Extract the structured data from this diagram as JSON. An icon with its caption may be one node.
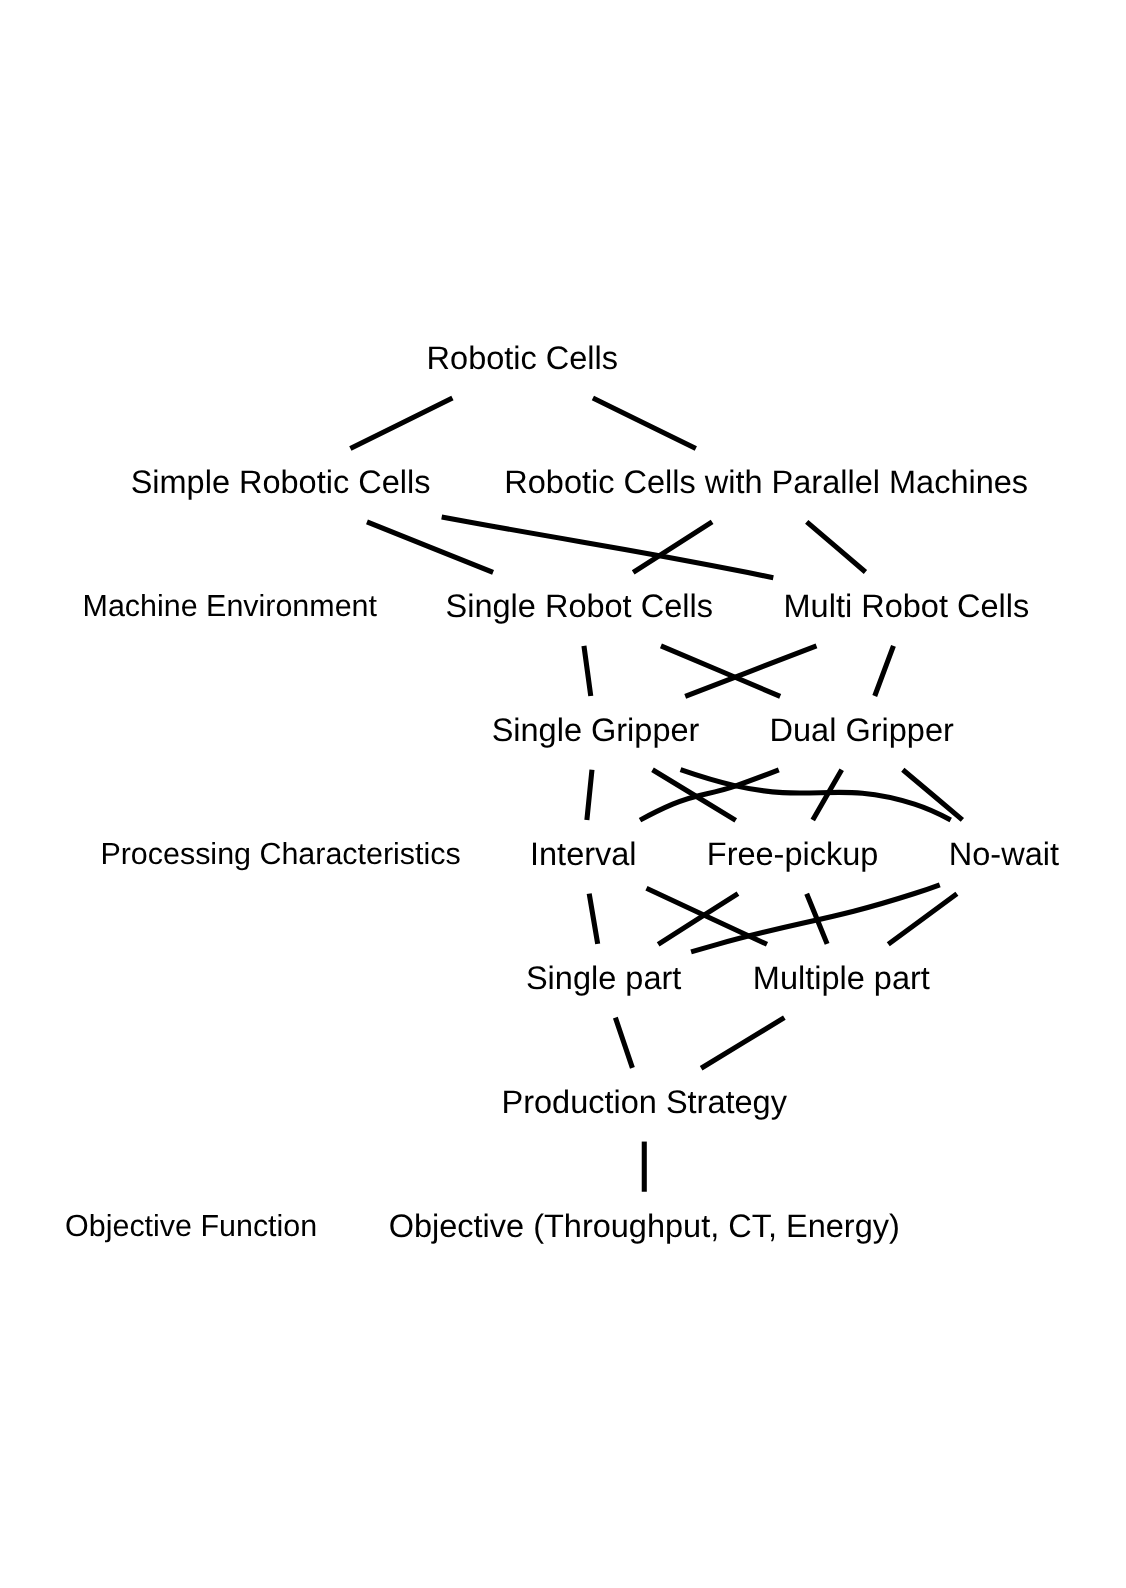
{
  "diagram": {
    "nodes": [
      {
        "text": [
          "Robotic Cells"
        ]
      },
      {
        "text": [
          "Simple Robotic Cells"
        ]
      },
      {
        "text": [
          "Robotic Cells with Parallel Machines"
        ]
      },
      {
        "text": [
          "Single Robot Cells"
        ]
      },
      {
        "text": [
          "Multi Robot Cells"
        ]
      },
      {
        "text": [
          "Single Gripper"
        ]
      },
      {
        "text": [
          "Dual Gripper"
        ]
      },
      {
        "text": [
          "Free-pickup"
        ]
      },
      {
        "text": [
          "No-wait"
        ]
      },
      {
        "text": [
          "Interval"
        ]
      },
      {
        "text": [
          "Single part"
        ]
      },
      {
        "text": [
          "Multiple part"
        ]
      },
      {
        "text": [
          "Production Strategy"
        ]
      },
      {
        "text": [
          "Objective (Throughput, CT, Energy)"
        ]
      }
    ],
    "edges": [
      {
        "from": 0,
        "to": 1,
        "arrow": "none"
      },
      {
        "from": 0,
        "to": 2,
        "arrow": "none"
      },
      {
        "from": 1,
        "to": 3,
        "arrow": "none"
      },
      {
        "from": 1,
        "to": 4,
        "arrow": "none"
      },
      {
        "from": 2,
        "to": 3,
        "arrow": "none"
      },
      {
        "from": 2,
        "to": 4,
        "arrow": "none"
      },
      {
        "from": 3,
        "to": 5,
        "arrow": "none"
      },
      {
        "from": 3,
        "to": 6,
        "arrow": "none"
      },
      {
        "from": 4,
        "to": 5,
        "arrow": "none"
      },
      {
        "from": 4,
        "to": 6,
        "arrow": "none"
      },
      {
        "from": 5,
        "to": 7,
        "arrow": "none"
      },
      {
        "from": 5,
        "to": 8,
        "arrow": "none"
      },
      {
        "from": 5,
        "to": 9,
        "arrow": "none"
      },
      {
        "from": 6,
        "to": 7,
        "arrow": "none"
      },
      {
        "from": 6,
        "to": 8,
        "arrow": "none"
      },
      {
        "from": 6,
        "to": 9,
        "arrow": "none"
      },
      {
        "from": 7,
        "to": 10,
        "arrow": "none"
      },
      {
        "from": 7,
        "to": 11,
        "arrow": "none"
      },
      {
        "from": 8,
        "to": 10,
        "arrow": "none"
      },
      {
        "from": 8,
        "to": 11,
        "arrow": "none"
      },
      {
        "from": 9,
        "to": 10,
        "arrow": "none"
      },
      {
        "from": 9,
        "to": 11,
        "arrow": "none"
      },
      {
        "from": 10,
        "to": 12,
        "arrow": "none"
      },
      {
        "from": 11,
        "to": 12,
        "arrow": "none"
      },
      {
        "from": 12,
        "to": 13,
        "arrow": "none"
      }
    ],
    "labels": [
      "Machine Environment",
      "Processing Characteristics",
      "Objective Function"
    ]
  }
}
